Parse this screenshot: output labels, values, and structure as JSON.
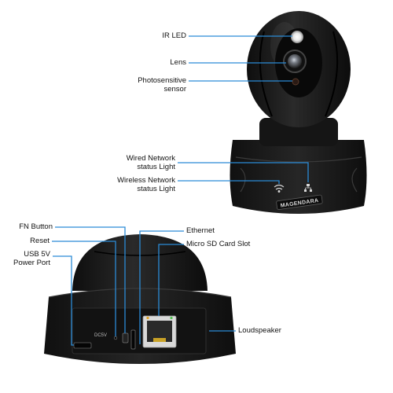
{
  "colors": {
    "leader": "#2b8bd6",
    "camera_body": "#1b1b1b",
    "led": "#3aa3ff"
  },
  "top_view": {
    "brand": "MAGENDARA",
    "labels": {
      "ir_led": "IR LED",
      "lens": "Lens",
      "photosensitive_1": "Photosensitive",
      "photosensitive_2": "sensor",
      "wired_1": "Wired Network",
      "wired_2": "status Light",
      "wireless_1": "Wireless Network",
      "wireless_2": "status Light"
    }
  },
  "bottom_view": {
    "port_text": "DC5V",
    "labels": {
      "fn_button": "FN Button",
      "reset": "Reset",
      "usb_1": "USB 5V",
      "usb_2": "Power Port",
      "ethernet": "Ethernet",
      "micro_sd": "Micro SD Card Slot",
      "loudspeaker": "Loudspeaker"
    }
  }
}
